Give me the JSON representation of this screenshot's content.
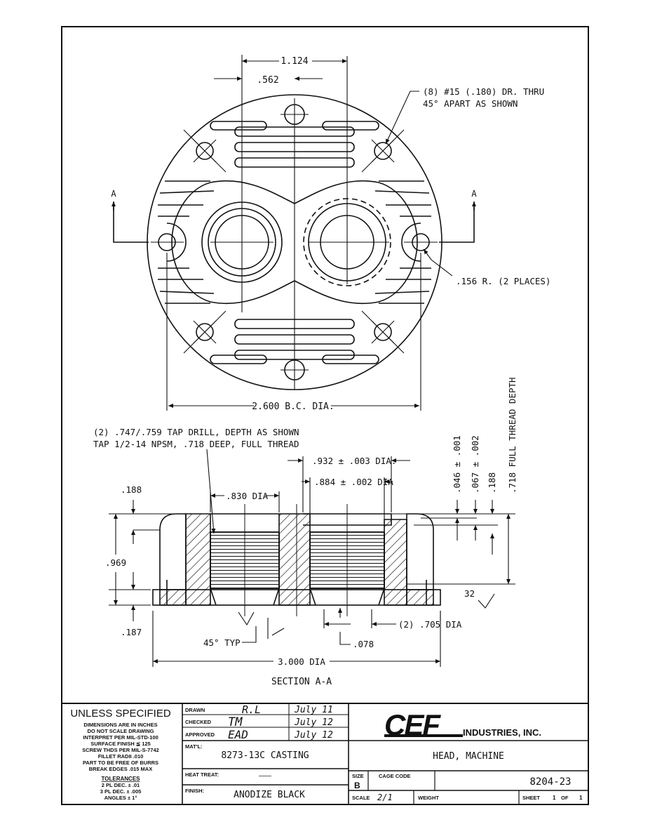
{
  "top_view": {
    "dim_overall": "1.124",
    "dim_half": ".562",
    "dim_bc": "2.600 B.C. DIA.",
    "note_holes_1": "(8) #15 (.180) DR. THRU",
    "note_holes_2": "45° APART AS SHOWN",
    "note_radius": ".156 R. (2 PLACES)",
    "section_mark": "A"
  },
  "section_view": {
    "note_tap_1": "(2) .747/.759 TAP DRILL, DEPTH AS SHOWN",
    "note_tap_2": "TAP 1/2-14 NPSM, .718 DEEP, FULL THREAD",
    "dim_bore_1": ".932 ± .003 DIA.",
    "dim_bore_2": ".884 ± .002 DIA",
    "dim_830": ".830 DIA",
    "dim_188_left": ".188",
    "dim_969": ".969",
    "dim_187": ".187",
    "dim_046": ".046 ± .001",
    "dim_067": ".067 ± .002",
    "dim_188_right": ".188",
    "dim_718": ".718 FULL THREAD DEPTH",
    "finish_32": "32",
    "dim_705": "(2) .705 DIA",
    "dim_45": "45° TYP",
    "dim_078": ".078",
    "dim_3000": "3.000 DIA",
    "title": "SECTION A-A"
  },
  "title_block": {
    "unless": "UNLESS SPECIFIED",
    "notes": [
      "DIMENSIONS ARE IN INCHES",
      "DO NOT SCALE DRAWING",
      "INTERPRET PER MIL-STD-100",
      "SURFACE FINISH ≦ 125",
      "SCREW THDS PER MIL-S-7742",
      "FILLET RADII .010",
      "PART TO BE FREE OF BURRS",
      "BREAK EDGES .015 MAX"
    ],
    "tolerances_title": "TOLERANCES",
    "tolerances": [
      "2 PL DEC. ± .01",
      "3 PL DEC. ± .005",
      "ANGLES ± 1°"
    ],
    "drawn_label": "DRAWN",
    "checked_label": "CHECKED",
    "approved_label": "APPROVED",
    "drawn_by": "R.L",
    "checked_by": "TM",
    "approved_by": "EAD",
    "drawn_date": "July 11",
    "checked_date": "July 12",
    "approved_date": "July 12",
    "matl_label": "MAT'L:",
    "matl": "8273-13C CASTING",
    "heat_label": "HEAT TREAT:",
    "heat": "———",
    "finish_label": "FINISH:",
    "finish": "ANODIZE BLACK",
    "logo": "CEF",
    "company": "INDUSTRIES, INC.",
    "part_name": "HEAD, MACHINE",
    "size_label": "SIZE",
    "size": "B",
    "cage_label": "CAGE CODE",
    "dwg_no": "8204-23",
    "scale_label": "SCALE",
    "scale": "2/1",
    "weight_label": "WEIGHT",
    "sheet_label": "SHEET",
    "sheet_no": "1",
    "of_label": "OF",
    "sheet_total": "1"
  }
}
